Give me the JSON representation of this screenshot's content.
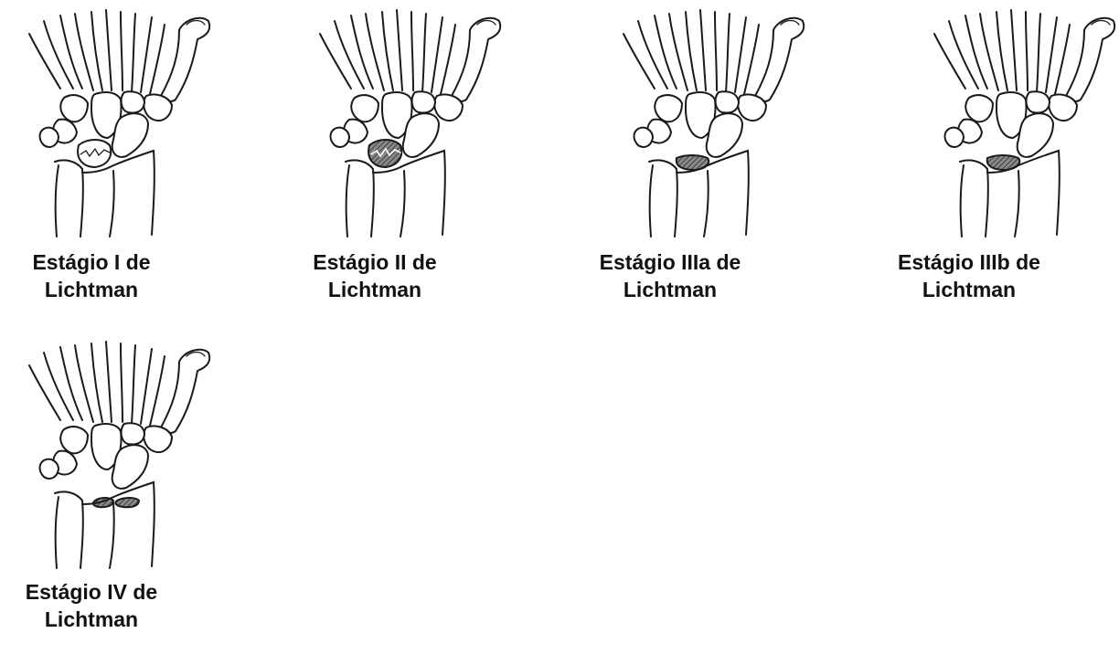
{
  "figure": {
    "panels": [
      {
        "id": "stage-1",
        "label_line1": "Estágio I de",
        "label_line2": "Lichtman",
        "lunate_shading": "fracture-line",
        "lunate_shape": "normal"
      },
      {
        "id": "stage-2",
        "label_line1": "Estágio II de",
        "label_line2": "Lichtman",
        "lunate_shading": "sclerotic-with-fracture",
        "lunate_shape": "normal"
      },
      {
        "id": "stage-3a",
        "label_line1": "Estágio IIIa de",
        "label_line2": "Lichtman",
        "lunate_shading": "collapsed",
        "lunate_shape": "flattened"
      },
      {
        "id": "stage-3b",
        "label_line1": "Estágio IIIb de",
        "label_line2": "Lichtman",
        "lunate_shading": "collapsed",
        "lunate_shape": "flattened"
      },
      {
        "id": "stage-4",
        "label_line1": "Estágio IV de",
        "label_line2": "Lichtman",
        "lunate_shading": "fragmented",
        "lunate_shape": "fragmented"
      }
    ],
    "colors": {
      "line": "#1a1a1a",
      "shading": "#6a6a6a",
      "background": "#ffffff"
    }
  }
}
